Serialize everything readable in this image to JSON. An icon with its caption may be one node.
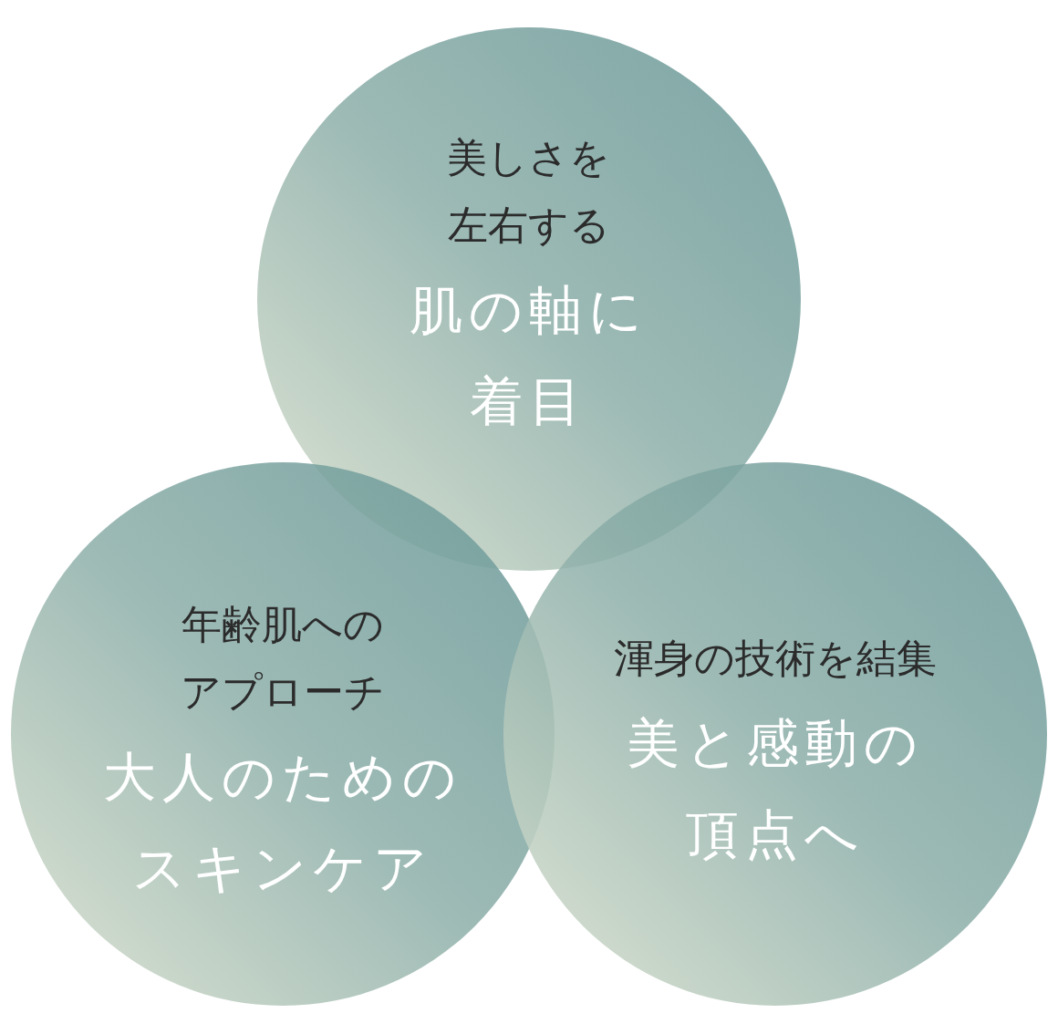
{
  "diagram": {
    "nodes": [
      {
        "text": [
          "美しさを左右する",
          "肌の軸に着目"
        ]
      },
      {
        "text": [
          "年齢肌へのアプローチ",
          "大人のためのスキンケア"
        ]
      },
      {
        "text": [
          "渾身の技術を結集",
          "美と感動の頂点へ"
        ]
      }
    ]
  }
}
